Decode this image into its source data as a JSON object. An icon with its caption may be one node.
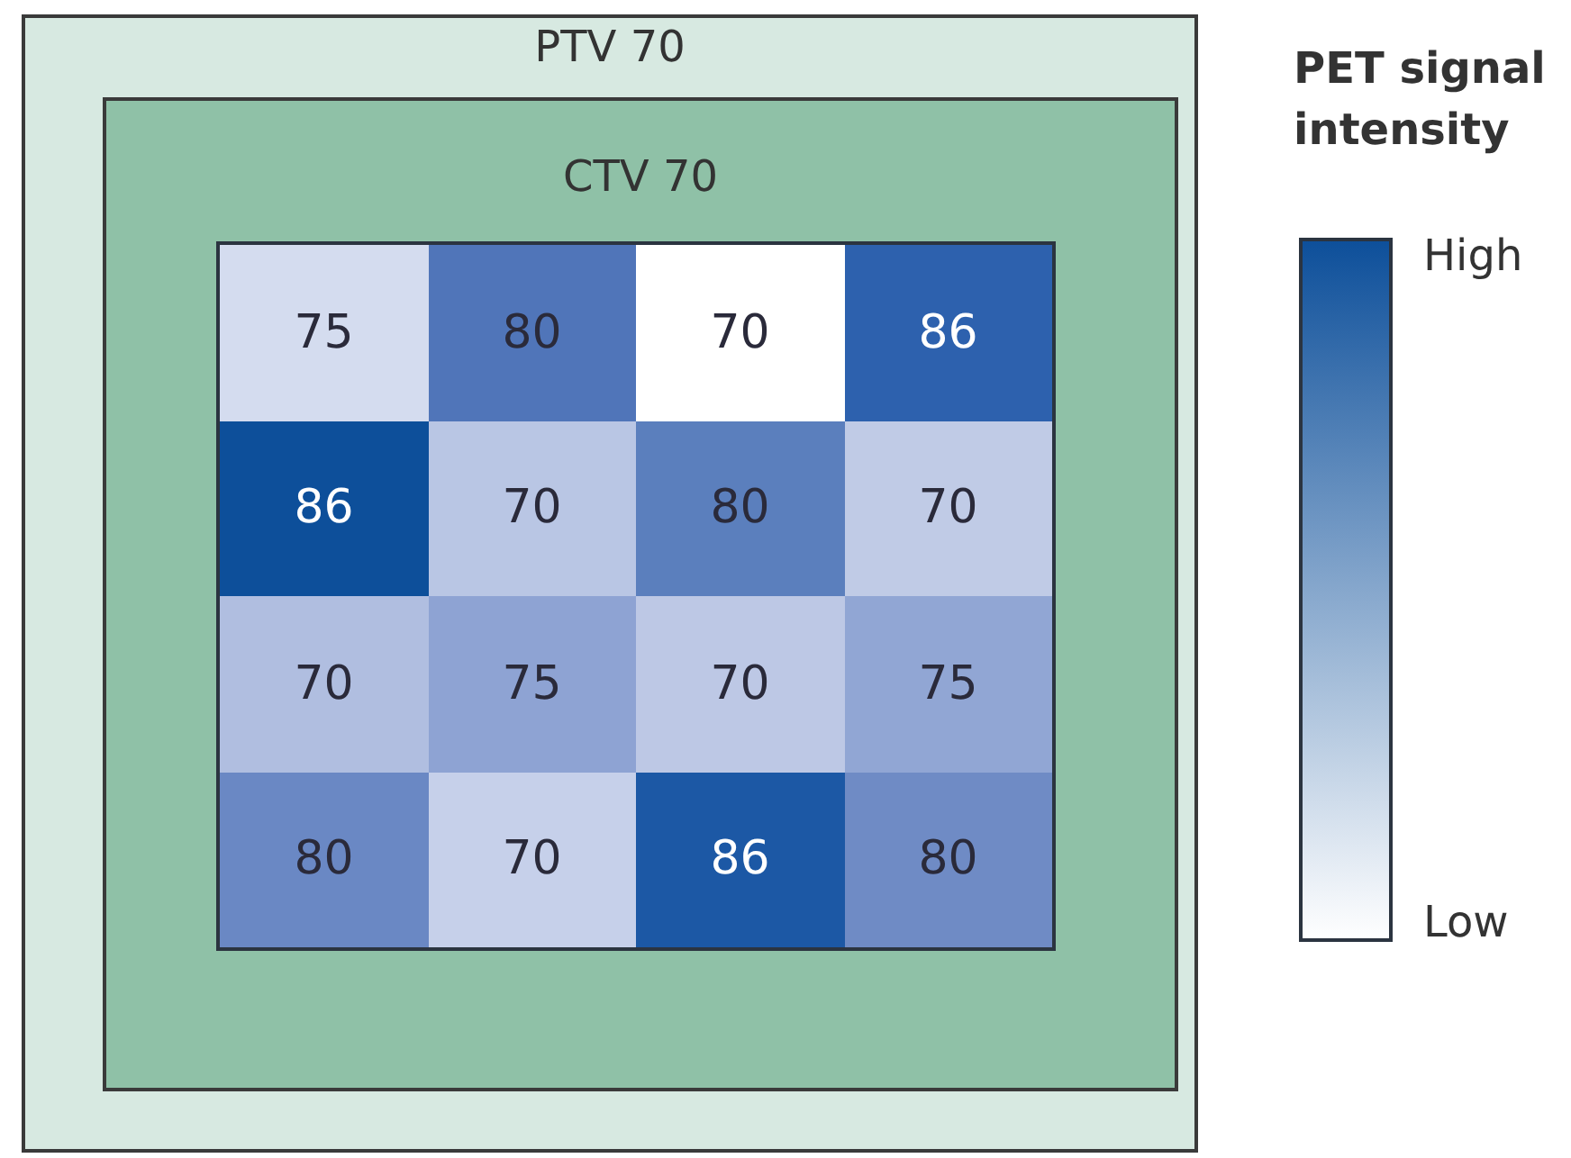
{
  "diagram": {
    "nodes": [
      {
        "text": [
          "PTV 70"
        ]
      },
      {
        "text": [
          "CTV 70"
        ],
        "in": 0
      },
      {
        "text": [
          "75"
        ],
        "in": 1
      },
      {
        "text": [
          "80"
        ],
        "in": 1
      },
      {
        "text": [
          "70"
        ],
        "in": 1
      },
      {
        "text": [
          "86"
        ],
        "in": 1
      },
      {
        "text": [
          "86"
        ],
        "in": 1
      },
      {
        "text": [
          "70"
        ],
        "in": 1
      },
      {
        "text": [
          "80"
        ],
        "in": 1
      },
      {
        "text": [
          "70"
        ],
        "in": 1
      },
      {
        "text": [
          "70"
        ],
        "in": 1
      },
      {
        "text": [
          "75"
        ],
        "in": 1
      },
      {
        "text": [
          "70"
        ],
        "in": 1
      },
      {
        "text": [
          "75"
        ],
        "in": 1
      },
      {
        "text": [
          "80"
        ],
        "in": 1
      },
      {
        "text": [
          "70"
        ],
        "in": 1
      },
      {
        "text": [
          "86"
        ],
        "in": 1
      },
      {
        "text": [
          "80"
        ],
        "in": 1
      }
    ],
    "labels": [
      "PET signal intensity"
    ],
    "legend": [
      {
        "text": "High",
        "color": "#0d4f9a"
      },
      {
        "text": "Low",
        "color": "#ffffff"
      }
    ]
  }
}
